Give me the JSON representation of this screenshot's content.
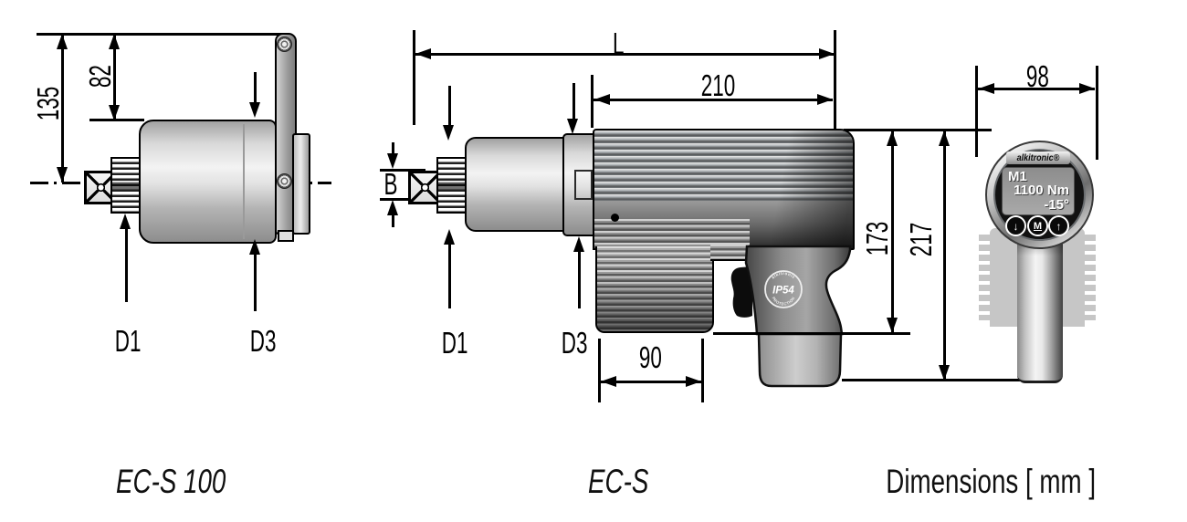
{
  "colors": {
    "line": "#000000",
    "body_gray": "#d9d9d9",
    "housing_dark": "#2e2e2e",
    "grip_gray": "#8a8a8a",
    "silhouette_gray": "#c6c6c6",
    "display_face": "#121212",
    "lcd_gray": "#9e9e9e"
  },
  "captions": {
    "left": "EC-S 100",
    "middle": "EC-S",
    "right": "Dimensions [ mm ]"
  },
  "left_view": {
    "dim_height_total": "135",
    "dim_height_upper": "82",
    "label_d1": "D1",
    "label_d3": "D3"
  },
  "middle_view": {
    "dim_length_total": "L",
    "dim_housing_length": "210",
    "dim_square_drive": "B",
    "dim_height_body": "173",
    "dim_height_total": "217",
    "dim_rib_section": "90",
    "label_d1": "D1",
    "label_d3": "D3",
    "badge": {
      "arc_top": "alkitronic",
      "center": "IP54",
      "arc_bottom": "PROTECTION"
    }
  },
  "right_view": {
    "dim_width": "98",
    "display": {
      "brand": "alkitronic®",
      "mode": "M1",
      "torque": "1100 Nm",
      "angle": "-15°",
      "button_down": "↓",
      "button_mode": "M",
      "button_up": "↑"
    }
  }
}
